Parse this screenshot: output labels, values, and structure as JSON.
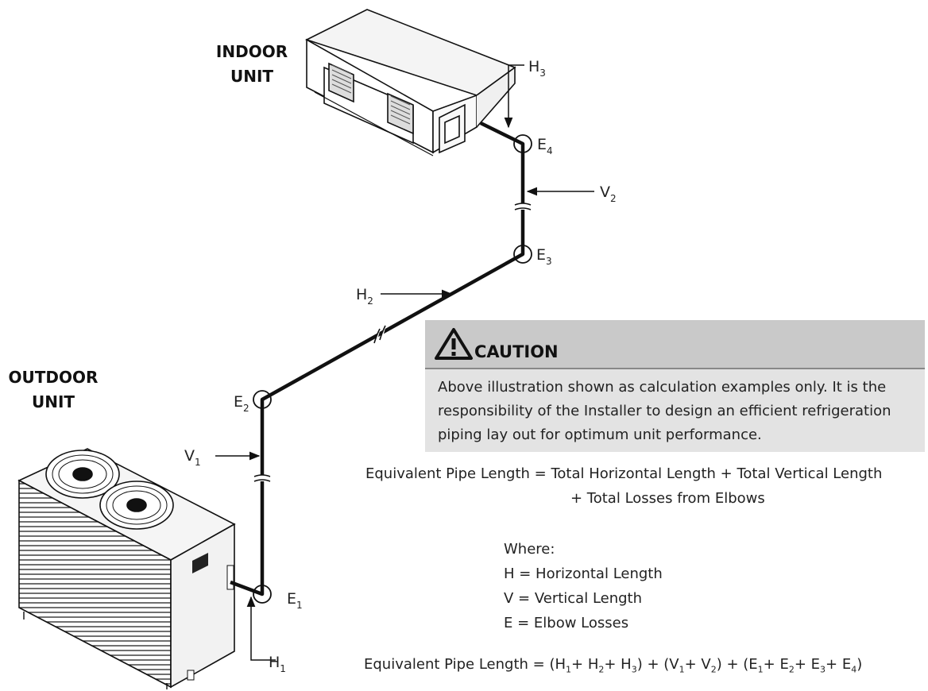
{
  "units": {
    "indoor": {
      "line1": "INDOOR",
      "line2": "UNIT"
    },
    "outdoor": {
      "line1": "OUTDOOR",
      "line2": "UNIT"
    }
  },
  "pipe_labels": {
    "H1": {
      "letter": "H",
      "sub": "1"
    },
    "H2": {
      "letter": "H",
      "sub": "2"
    },
    "H3": {
      "letter": "H",
      "sub": "3"
    },
    "V1": {
      "letter": "V",
      "sub": "1"
    },
    "V2": {
      "letter": "V",
      "sub": "2"
    },
    "E1": {
      "letter": "E",
      "sub": "1"
    },
    "E2": {
      "letter": "E",
      "sub": "2"
    },
    "E3": {
      "letter": "E",
      "sub": "3"
    },
    "E4": {
      "letter": "E",
      "sub": "4"
    }
  },
  "caution": {
    "title": "CAUTION",
    "text": "Above illustration shown as calculation examples only. It is the responsibility of the Installer to design an efficient refrigeration piping lay out for optimum unit performance."
  },
  "equation1": {
    "line1": "Equivalent Pipe Length = Total Horizontal Length + Total Vertical Length",
    "line2": "+ Total Losses from Elbows"
  },
  "where": {
    "heading": "Where:",
    "items": [
      "H = Horizontal Length",
      "V = Vertical Length",
      "E = Elbow Losses"
    ]
  },
  "equation2": {
    "prefix": "Equivalent Pipe Length = (H",
    "h1": "1",
    "p1": "+ H",
    "h2": "2",
    "p2": "+ H",
    "h3": "3",
    "p3": ") + (V",
    "v1": "1",
    "p4": "+ V",
    "v2": "2",
    "p5": ") + (E",
    "e1": "1",
    "p6": "+ E",
    "e2": "2",
    "p7": "+ E",
    "e3": "3",
    "p8": "+ E",
    "e4": "4",
    "p9": ")"
  }
}
